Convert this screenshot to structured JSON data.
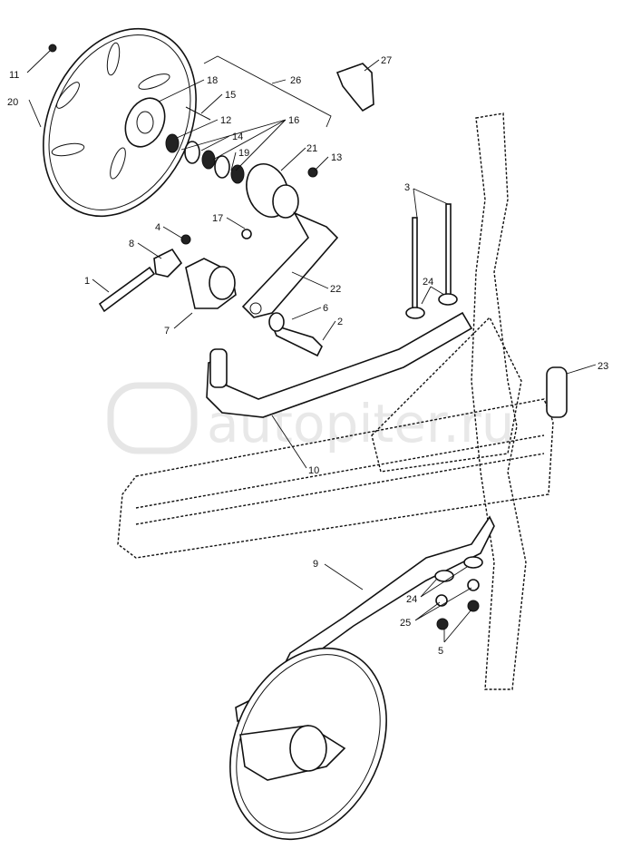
{
  "diagram": {
    "title": "Disc assembly exploded view",
    "watermark": "autopiter.ru",
    "callouts": [
      {
        "id": "c11",
        "label": "11"
      },
      {
        "id": "c20",
        "label": "20"
      },
      {
        "id": "c18",
        "label": "18"
      },
      {
        "id": "c15",
        "label": "15"
      },
      {
        "id": "c12",
        "label": "12"
      },
      {
        "id": "c16",
        "label": "16"
      },
      {
        "id": "c14",
        "label": "14"
      },
      {
        "id": "c19",
        "label": "19"
      },
      {
        "id": "c26",
        "label": "26"
      },
      {
        "id": "c27",
        "label": "27"
      },
      {
        "id": "c21",
        "label": "21"
      },
      {
        "id": "c13",
        "label": "13"
      },
      {
        "id": "c17",
        "label": "17"
      },
      {
        "id": "c4",
        "label": "4"
      },
      {
        "id": "c8",
        "label": "8"
      },
      {
        "id": "c1",
        "label": "1"
      },
      {
        "id": "c7",
        "label": "7"
      },
      {
        "id": "c22",
        "label": "22"
      },
      {
        "id": "c6",
        "label": "6"
      },
      {
        "id": "c2",
        "label": "2"
      },
      {
        "id": "c3",
        "label": "3"
      },
      {
        "id": "c24a",
        "label": "24"
      },
      {
        "id": "c10",
        "label": "10"
      },
      {
        "id": "c23",
        "label": "23"
      },
      {
        "id": "c9",
        "label": "9"
      },
      {
        "id": "c24b",
        "label": "24"
      },
      {
        "id": "c25",
        "label": "25"
      },
      {
        "id": "c5",
        "label": "5"
      }
    ]
  }
}
